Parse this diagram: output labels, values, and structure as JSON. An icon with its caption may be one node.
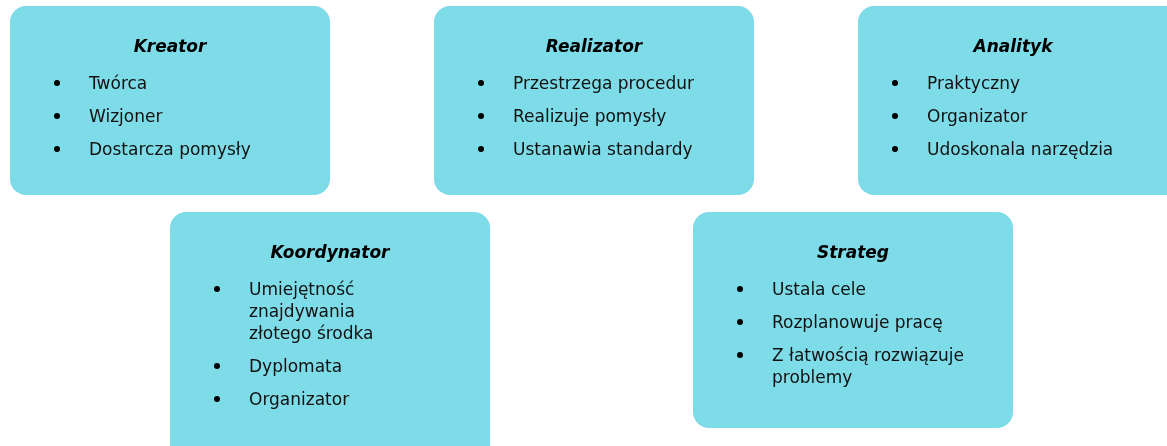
{
  "diagram": {
    "nodes": [
      {
        "text": [
          "Kreator",
          "Twórca",
          "Wizjoner",
          "Dostarcza pomysły"
        ]
      },
      {
        "text": [
          "Realizator",
          "Przestrzega procedur",
          "Realizuje pomysły",
          "Ustanawia standardy"
        ]
      },
      {
        "text": [
          "Analityk",
          "Praktyczny",
          "Organizator",
          "Udoskonala narzędzia"
        ]
      },
      {
        "text": [
          "Koordynator",
          "Umiejętność znajdywania złotego środka",
          "Dyplomata",
          "Organizator"
        ]
      },
      {
        "text": [
          "Strateg",
          "Ustala cele",
          "Rozplanowuje pracę",
          "Z łatwością rozwiązuje problemy"
        ]
      }
    ]
  }
}
